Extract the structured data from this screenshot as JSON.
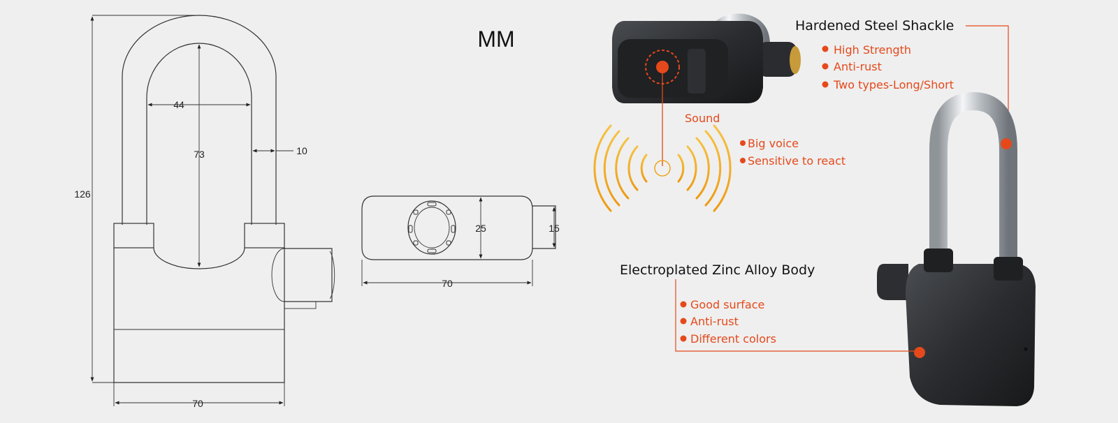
{
  "drawing": {
    "units_label": "MM",
    "front_view": {
      "total_height": "126",
      "inner_width": "44",
      "inner_height": "73",
      "shackle_diameter": "10",
      "body_width": "70"
    },
    "top_view": {
      "thickness": "25",
      "cylinder": "15",
      "width": "70"
    }
  },
  "features": {
    "sound": {
      "label": "Sound",
      "items": [
        "Big voice",
        "Sensitive to react"
      ]
    },
    "shackle": {
      "title": "Hardened Steel Shackle",
      "items": [
        "High Strength",
        "Anti-rust",
        "Two types-Long/Short"
      ]
    },
    "body": {
      "title": "Electroplated Zinc Alloy Body",
      "items": [
        "Good surface",
        "Anti-rust",
        "Different colors"
      ]
    }
  },
  "colors": {
    "accent": "#e5491b",
    "lock_body": "#2b2d30",
    "wave_outer": "#f0a318",
    "wave_inner": "#f7c64a"
  }
}
